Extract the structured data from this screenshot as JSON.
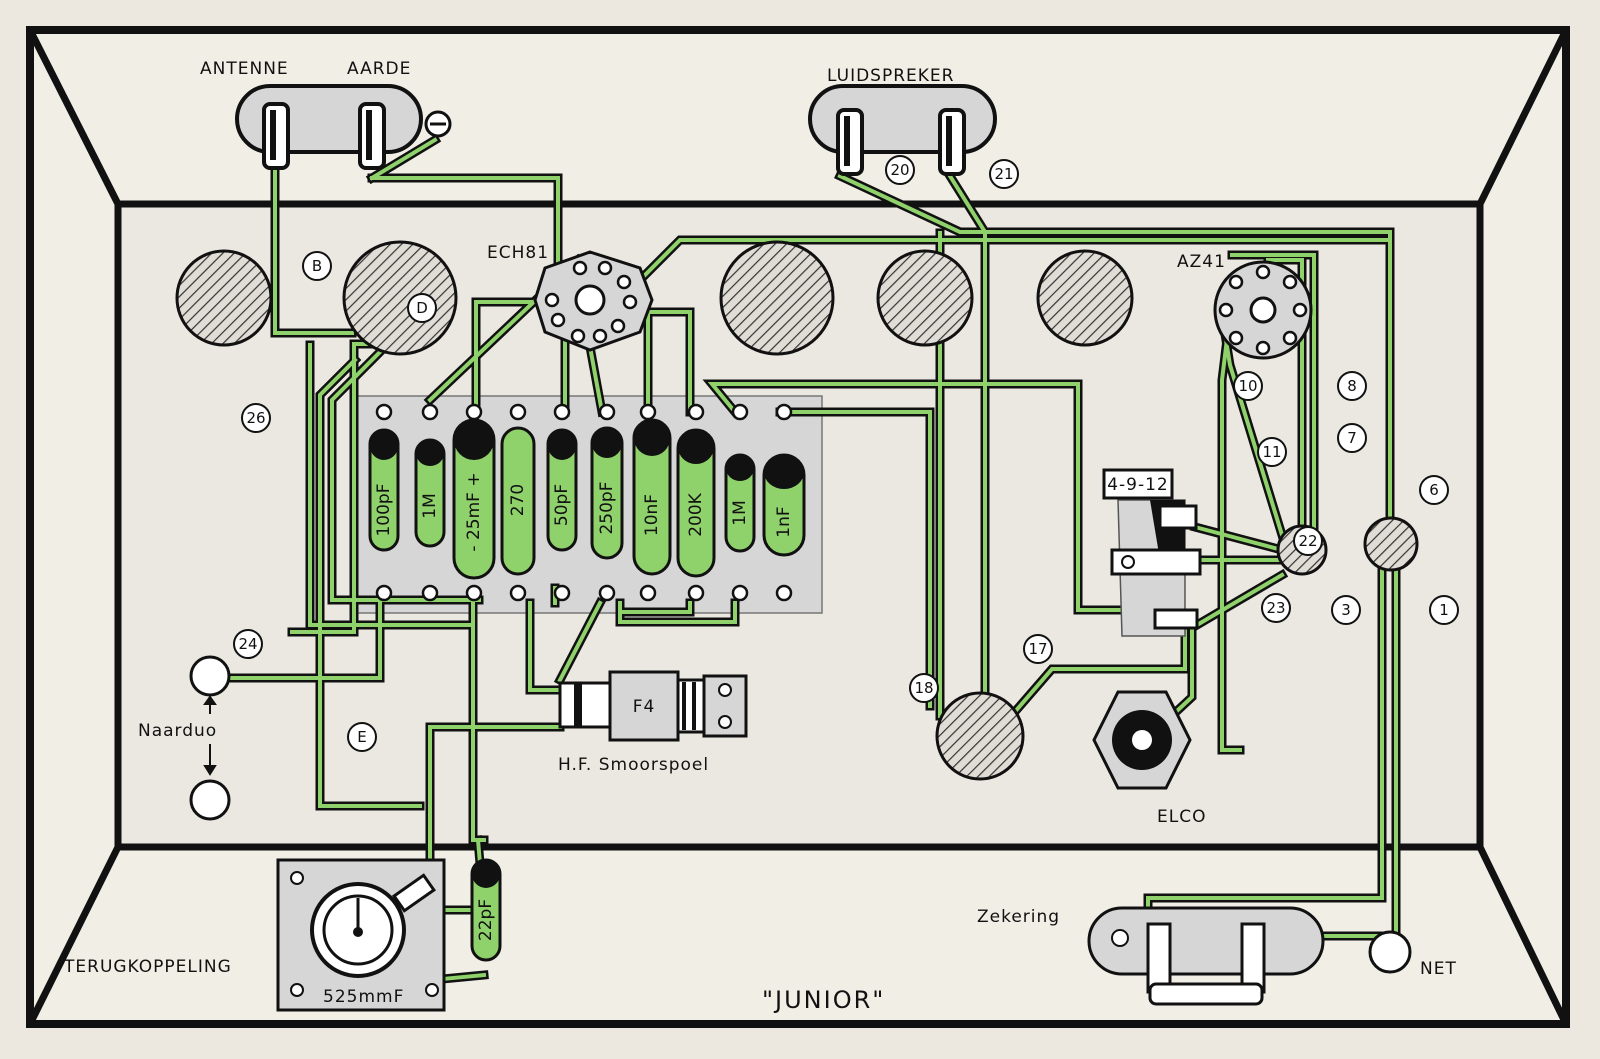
{
  "colors": {
    "paper": "#ece8df",
    "wire_green": "#8fd16a",
    "wire_outline": "#111111",
    "component_green": "#8fd16a",
    "panel_grey": "#d6d6d6"
  },
  "labels": {
    "antenne": "ANTENNE",
    "aarde": "AARDE",
    "luidspreker": "LUIDSPREKER",
    "ech81": "ECH81",
    "az41": "AZ41",
    "switch_group": "4-9-12",
    "naar_duo": "Naarduo",
    "hf_choke_name": "F4",
    "hf_choke_label": "H.F. Smoorspoel",
    "elco": "ELCO",
    "terugkoppeling": "TERUGKOPPELING",
    "trimmer_value": "525mmF",
    "zekering": "Zekering",
    "net": "NET",
    "title": "\"JUNIOR\""
  },
  "components": [
    {
      "value": "100pF"
    },
    {
      "value": "1M"
    },
    {
      "value": "- 25mF +"
    },
    {
      "value": "270"
    },
    {
      "value": "50pF"
    },
    {
      "value": "250pF"
    },
    {
      "value": "10nF"
    },
    {
      "value": "200K"
    },
    {
      "value": "1M"
    },
    {
      "value": "1nF"
    }
  ],
  "feedback_capacitor": "22pF",
  "markers": {
    "b": "B",
    "d": "D",
    "e": "E",
    "n1": "1",
    "n3": "3",
    "n6": "6",
    "n7": "7",
    "n8": "8",
    "n10": "10",
    "n11": "11",
    "n17": "17",
    "n18": "18",
    "n20": "20",
    "n21": "21",
    "n22": "22",
    "n23": "23",
    "n24": "24",
    "n26": "26"
  }
}
